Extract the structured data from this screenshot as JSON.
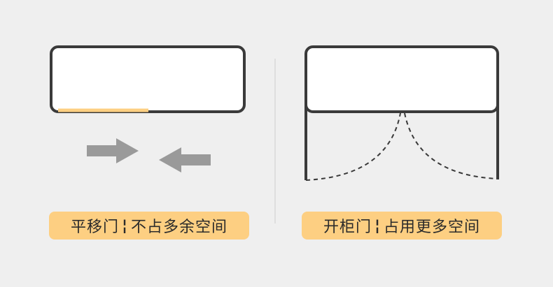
{
  "colors": {
    "background": "#efefef",
    "stroke": "#3a3a3a",
    "accent": "#fdcf82",
    "arrow": "#9a9a9a",
    "divider": "#cccccc"
  },
  "left_panel": {
    "title": "平移门",
    "separator": "¦",
    "description": "不占多余空间"
  },
  "right_panel": {
    "title": "开柜门",
    "separator": "¦",
    "description": "占用更多空间"
  },
  "icons": [
    "arrow-right-icon",
    "arrow-left-icon"
  ]
}
